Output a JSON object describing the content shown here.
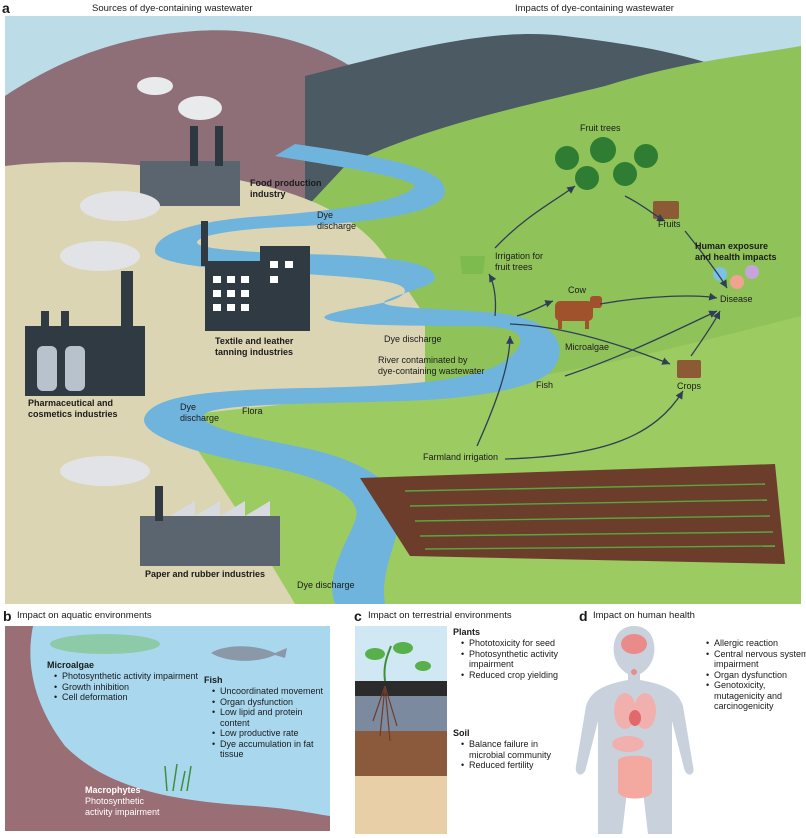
{
  "panel_a": {
    "letter": "a",
    "header_sources": "Sources of dye-containing wastewater",
    "header_impacts": "Impacts of dye-containing wastewater",
    "food_industry": "Food production\nindustry",
    "dye_discharge_1": "Dye\ndischarge",
    "textile_industry": "Textile and leather\ntanning industries",
    "dye_discharge_2": "Dye discharge",
    "river_contaminated": "River contaminated by\ndye-containing wastewater",
    "pharma_industry": "Pharmaceutical and\ncosmetics industries",
    "dye_discharge_3": "Dye\ndischarge",
    "flora": "Flora",
    "paper_industry": "Paper and rubber industries",
    "dye_discharge_4": "Dye discharge",
    "fruit_trees": "Fruit trees",
    "irrigation_fruit": "Irrigation for\nfruit trees",
    "fruits": "Fruits",
    "human_exposure": "Human exposure\nand health impacts",
    "cow": "Cow",
    "disease": "Disease",
    "microalgae": "Microalgae",
    "fish": "Fish",
    "crops": "Crops",
    "farmland_irrigation": "Farmland irrigation"
  },
  "panel_b": {
    "letter": "b",
    "title": "Impact on aquatic environments",
    "microalgae_title": "Microalgae",
    "microalgae_items": [
      "Photosynthetic activity impairment",
      "Growth inhibition",
      "Cell deformation"
    ],
    "fish_title": "Fish",
    "fish_items": [
      "Uncoordinated movement",
      "Organ dysfunction",
      "Low lipid and protein content",
      "Low productive rate",
      "Dye accumulation in fat tissue"
    ],
    "macrophytes_title": "Macrophytes",
    "macrophytes_text": "Photosynthetic\nactivity impairment"
  },
  "panel_c": {
    "letter": "c",
    "title": "Impact on terrestrial environments",
    "plants_title": "Plants",
    "plants_items": [
      "Phototoxicity for seed",
      "Photosynthetic activity impairment",
      "Reduced crop yielding"
    ],
    "soil_title": "Soil",
    "soil_items": [
      "Balance failure in microbial community",
      "Reduced fertility"
    ]
  },
  "panel_d": {
    "letter": "d",
    "title": "Impact on human health",
    "items": [
      "Allergic reaction",
      "Central nervous system impairment",
      "Organ dysfunction",
      "Genotoxicity, mutagenicity and carcinogenicity"
    ]
  },
  "colors": {
    "sky": "#bcdce8",
    "mountain_brown": "#8e6f78",
    "mountain_dark": "#4b5a63",
    "hill_green": "#8fc35a",
    "land_tan": "#dcd5b4",
    "river": "#6fb4dc",
    "farmland": "#6b3d2a",
    "water_b": "#a9d8ee",
    "slope_b": "#9a6e75"
  }
}
